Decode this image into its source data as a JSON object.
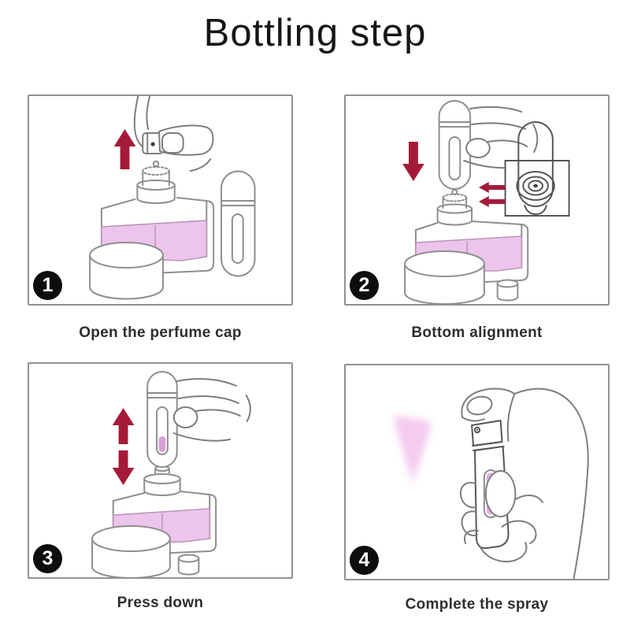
{
  "title": "Bottling step",
  "steps": [
    {
      "number": "1",
      "caption": "Open the perfume cap",
      "icons": [
        "hand-icon",
        "up-arrow-icon",
        "perfume-bottle-icon",
        "bottle-cap-icon",
        "atomizer-icon"
      ]
    },
    {
      "number": "2",
      "caption": "Bottom alignment",
      "icons": [
        "hand-icon",
        "down-arrow-icon",
        "atomizer-icon",
        "perfume-bottle-icon",
        "bottle-cap-icon",
        "bottom-valve-inset-icon",
        "align-arrows-icon"
      ]
    },
    {
      "number": "3",
      "caption": "Press down",
      "icons": [
        "hand-icon",
        "up-down-arrows-icon",
        "atomizer-on-bottle-icon",
        "perfume-bottle-icon",
        "bottle-cap-icon"
      ]
    },
    {
      "number": "4",
      "caption": "Complete the spray",
      "icons": [
        "hand-icon",
        "spray-mist-icon",
        "atomizer-icon"
      ]
    }
  ],
  "colors": {
    "arrow_red": "#a51a39",
    "liquid_pink": "#edc4eb",
    "mist_pink": "#f0bce9",
    "window_pink": "#e9ace4",
    "outline_gray": "#8e8e8e",
    "badge_black": "#0d0d0d",
    "caption_text": "#2e2e2e",
    "title_text": "#161616"
  }
}
